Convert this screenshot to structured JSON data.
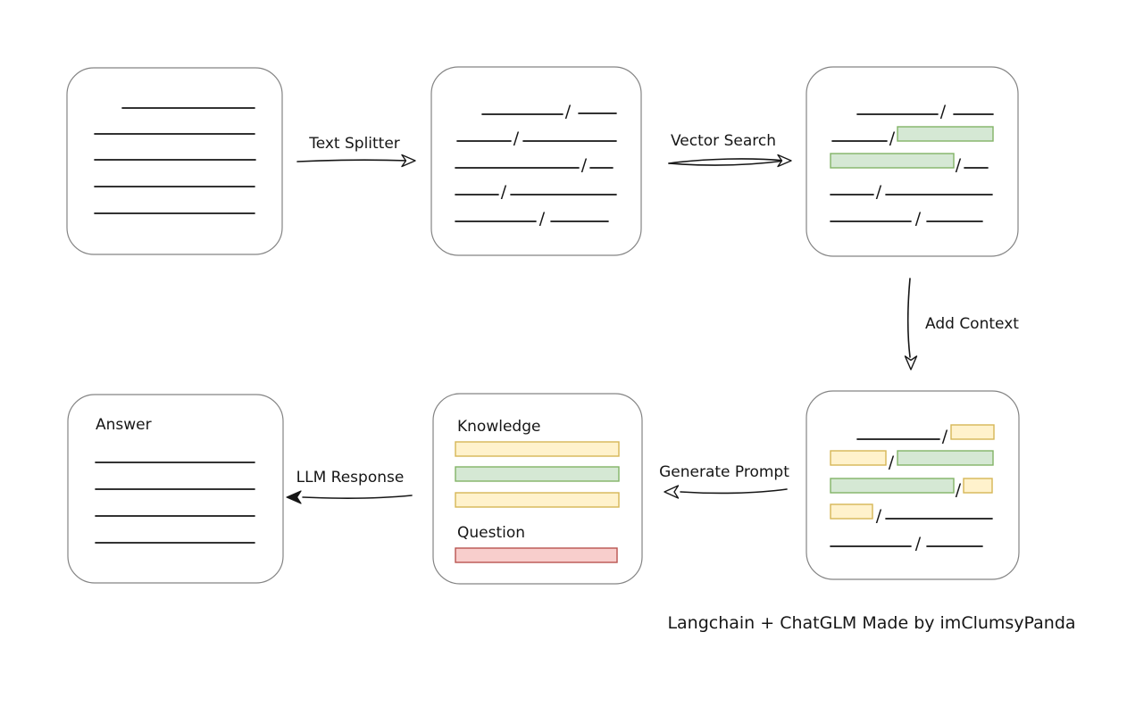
{
  "diagram": {
    "caption": "Langchain + ChatGLM Made by imClumsyPanda",
    "chunk_separator": "/",
    "labels": {
      "text_splitter": "Text Splitter",
      "vector_search": "Vector Search",
      "add_context": "Add Context",
      "generate_prompt": "Generate Prompt",
      "llm_response": "LLM Response",
      "knowledge": "Knowledge",
      "question": "Question",
      "answer": "Answer"
    },
    "colors": {
      "box_border": "#848484",
      "line": "#161616",
      "green_fill": "#d5e8d4",
      "green_border": "#82b366",
      "yellow_fill": "#fff2cc",
      "yellow_border": "#d6b656",
      "red_fill": "#f8cecc",
      "red_border": "#b85450"
    }
  }
}
